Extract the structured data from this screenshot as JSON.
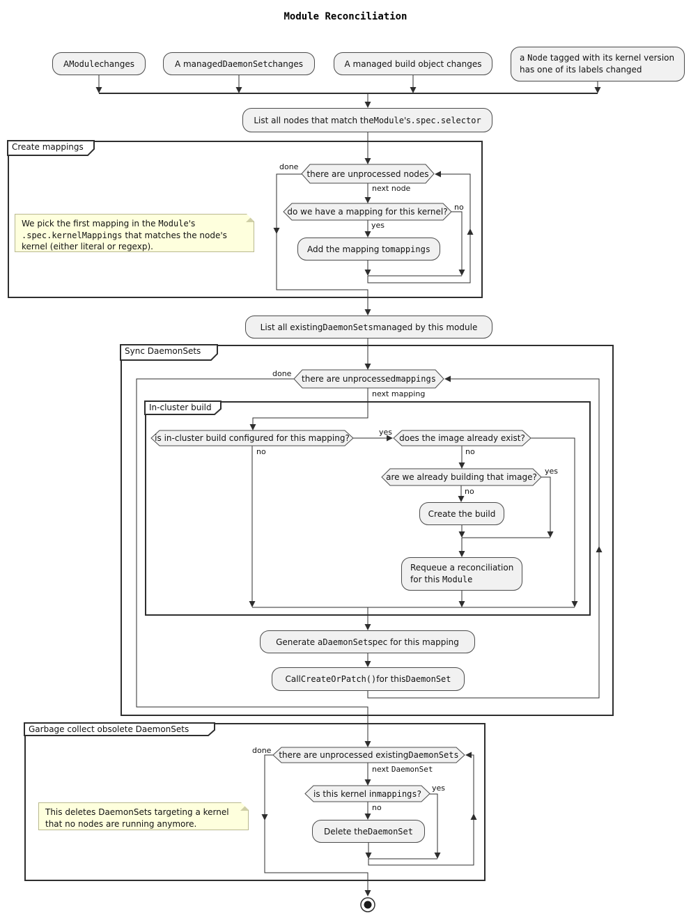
{
  "title": "Module Reconciliation",
  "colors": {
    "node_fill": "#F1F1F1",
    "node_border": "#4a4a4a",
    "line": "#2e2e2e",
    "note_fill": "#FEFFDD",
    "note_border": "#b9b98f"
  },
  "events": {
    "module": [
      {
        "t": "A ",
        "m": false
      },
      {
        "t": "Module",
        "m": true
      },
      {
        "t": " changes",
        "m": false
      }
    ],
    "daemonset": [
      {
        "t": "A managed ",
        "m": false
      },
      {
        "t": "DaemonSet",
        "m": true
      },
      {
        "t": " changes",
        "m": false
      }
    ],
    "build_object": [
      {
        "t": "A managed build object changes",
        "m": false
      }
    ],
    "node_label_line1": [
      {
        "t": "a ",
        "m": false
      },
      {
        "t": "Node",
        "m": true
      },
      {
        "t": " tagged with its kernel version",
        "m": false
      }
    ],
    "node_label_line2": [
      {
        "t": "has one of its labels changed",
        "m": false
      }
    ]
  },
  "activities": {
    "list_nodes": [
      {
        "t": "List all nodes that match the ",
        "m": false
      },
      {
        "t": "Module",
        "m": true
      },
      {
        "t": "'s ",
        "m": false
      },
      {
        "t": ".spec.selector",
        "m": true
      }
    ],
    "add_mapping": [
      {
        "t": "Add the mapping to ",
        "m": false
      },
      {
        "t": "mappings",
        "m": true
      }
    ],
    "list_daemonsets": [
      {
        "t": "List all existing ",
        "m": false
      },
      {
        "t": "DaemonSets",
        "m": true
      },
      {
        "t": " managed by this module",
        "m": false
      }
    ],
    "create_build": [
      {
        "t": "Create the build",
        "m": false
      }
    ],
    "requeue_line1": [
      {
        "t": "Requeue a reconciliation",
        "m": false
      }
    ],
    "requeue_line2": [
      {
        "t": "for this ",
        "m": false
      },
      {
        "t": "Module",
        "m": true
      }
    ],
    "generate_spec": [
      {
        "t": "Generate a ",
        "m": false
      },
      {
        "t": "DaemonSet",
        "m": true
      },
      {
        "t": " spec for this mapping",
        "m": false
      }
    ],
    "create_or_patch": [
      {
        "t": "Call ",
        "m": false
      },
      {
        "t": "CreateOrPatch()",
        "m": true
      },
      {
        "t": " for this ",
        "m": false
      },
      {
        "t": "DaemonSet",
        "m": true
      }
    ],
    "delete_daemonset": [
      {
        "t": "Delete the ",
        "m": false
      },
      {
        "t": "DaemonSet",
        "m": true
      }
    ]
  },
  "decisions": {
    "unprocessed_nodes": [
      {
        "t": "there are unprocessed nodes",
        "m": false
      }
    ],
    "have_mapping": [
      {
        "t": "do we have a mapping for this kernel?",
        "m": false
      }
    ],
    "unprocessed_mappings": [
      {
        "t": "there are unprocessed ",
        "m": false
      },
      {
        "t": "mappings",
        "m": true
      }
    ],
    "in_cluster_configured": [
      {
        "t": "is in-cluster build configured for this mapping?",
        "m": false
      }
    ],
    "image_exists": [
      {
        "t": "does the image already exist?",
        "m": false
      }
    ],
    "already_building": [
      {
        "t": "are we already building that image?",
        "m": false
      }
    ],
    "unprocessed_daemonsets": [
      {
        "t": "there are unprocessed existing ",
        "m": false
      },
      {
        "t": "DaemonSets",
        "m": true
      }
    ],
    "kernel_in_mappings": [
      {
        "t": "is this kernel in ",
        "m": false
      },
      {
        "t": "mappings",
        "m": true
      },
      {
        "t": "?",
        "m": false
      }
    ]
  },
  "partitions": {
    "create_mappings": "Create mappings",
    "sync_daemonsets": "Sync DaemonSets",
    "in_cluster_build": "In-cluster build",
    "garbage_collect": "Garbage collect obsolete DaemonSets"
  },
  "notes": {
    "pick_mapping_line1": [
      {
        "t": "We pick the first mapping in the ",
        "m": false
      },
      {
        "t": "Module",
        "m": true
      },
      {
        "t": "'s",
        "m": false
      }
    ],
    "pick_mapping_line2": [
      {
        "t": ".spec.kernelMappings",
        "m": true
      },
      {
        "t": " that matches the node's",
        "m": false
      }
    ],
    "pick_mapping_line3": [
      {
        "t": "kernel (either literal or regexp).",
        "m": false
      }
    ],
    "gc_line1": [
      {
        "t": "This deletes DaemonSets targeting a kernel",
        "m": false
      }
    ],
    "gc_line2": [
      {
        "t": "that no nodes are running anymore.",
        "m": false
      }
    ]
  },
  "edge_labels": {
    "done": "done",
    "yes": "yes",
    "no": "no",
    "next_node": "next node",
    "next_mapping": "next mapping",
    "next_daemonset": [
      {
        "t": "next ",
        "m": false
      },
      {
        "t": "DaemonSet",
        "m": true
      }
    ]
  }
}
